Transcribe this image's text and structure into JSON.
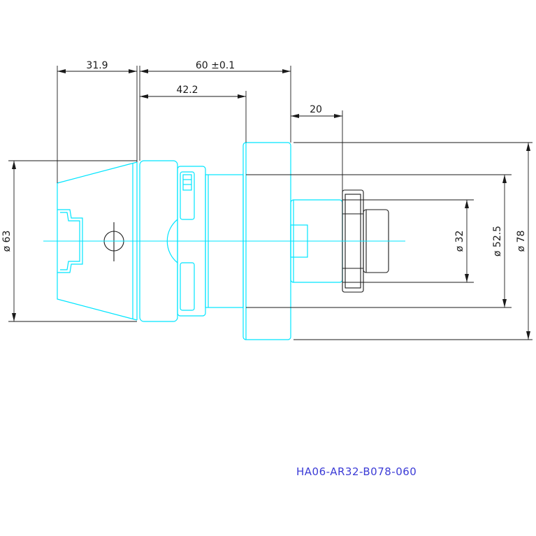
{
  "dimensions": {
    "d1": "31.9",
    "d2": "60 ±0.1",
    "d3": "42.2",
    "d4": "20",
    "dia63": "ø 63",
    "dia32": "ø 32",
    "dia525": "ø 52.5",
    "dia78": "ø 78"
  },
  "part_number": "HA06-AR32-B078-060",
  "colors": {
    "part_outline": "#00e5ff",
    "dimension": "#1a1a1a",
    "part_number": "#3b3bd6"
  }
}
